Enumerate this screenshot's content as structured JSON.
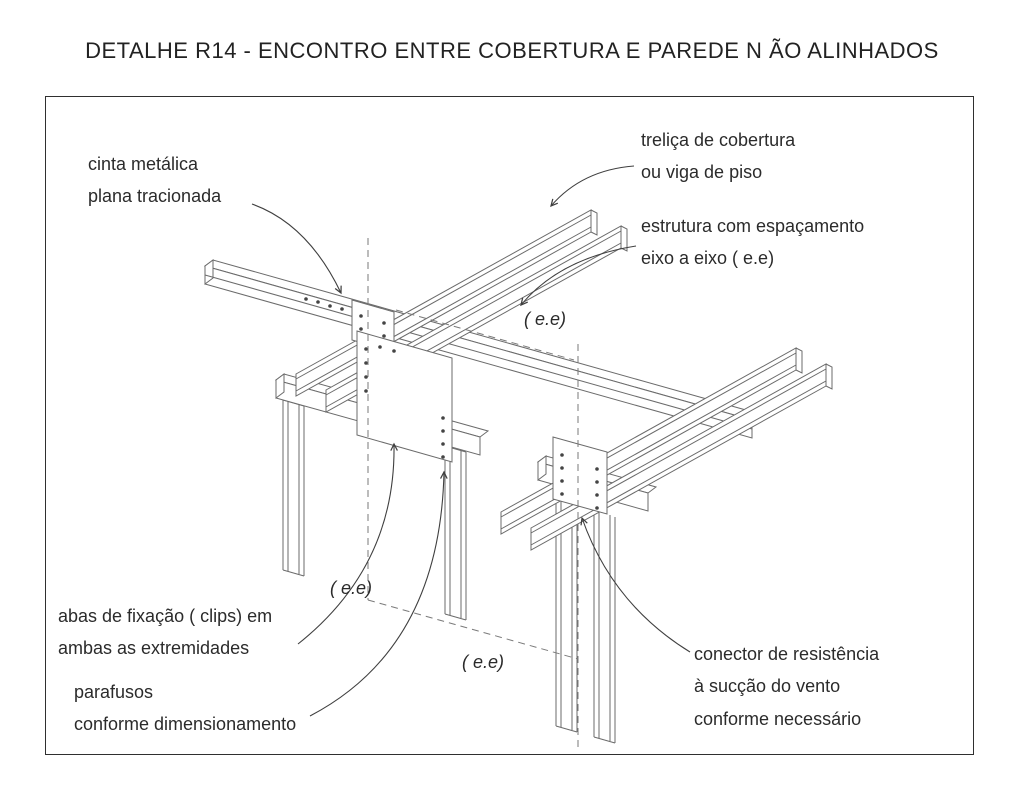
{
  "page": {
    "title": "DETALHE R14 - ENCONTRO ENTRE COBERTURA E PAREDE N ÃO ALINHADOS"
  },
  "labels": {
    "cinta": "cinta metálica\nplana tracionada",
    "trelica": "treliça de cobertura\nou viga de piso",
    "estrutura": "estrutura com espaçamento\neixo a eixo ( e.e)",
    "ee_top": "( e.e)",
    "ee_left": "( e.e)",
    "ee_bottom": "( e.e)",
    "abas": "abas de fixação ( clips) em\nambas as extremidades",
    "parafusos": "parafusos\nconforme dimensionamento",
    "conector": "conector de resistência\nà sucção do vento\nconforme necessário"
  },
  "colors": {
    "member_line": "#6b6b6b",
    "annotation_line": "#3f3f3f",
    "text": "#2b2b2b",
    "background": "#ffffff"
  }
}
